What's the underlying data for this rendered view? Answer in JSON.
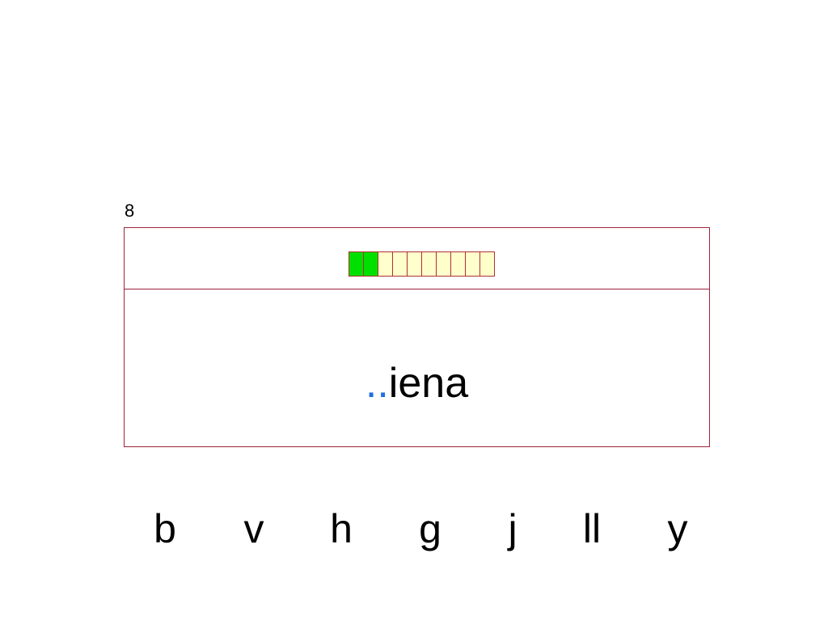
{
  "slide": {
    "number": "8"
  },
  "progress": {
    "total_cells": 10,
    "completed_cells": 2,
    "completed_color": "#00e000",
    "pending_color": "#ffffcc",
    "border_color": "#b03030"
  },
  "exercise": {
    "blank_text": "..",
    "word_rest": "iena",
    "blank_color": "#1f6fe0",
    "frame_color": "#a0243a"
  },
  "options": [
    "b",
    "v",
    "h",
    "g",
    "j",
    "ll",
    "y"
  ]
}
